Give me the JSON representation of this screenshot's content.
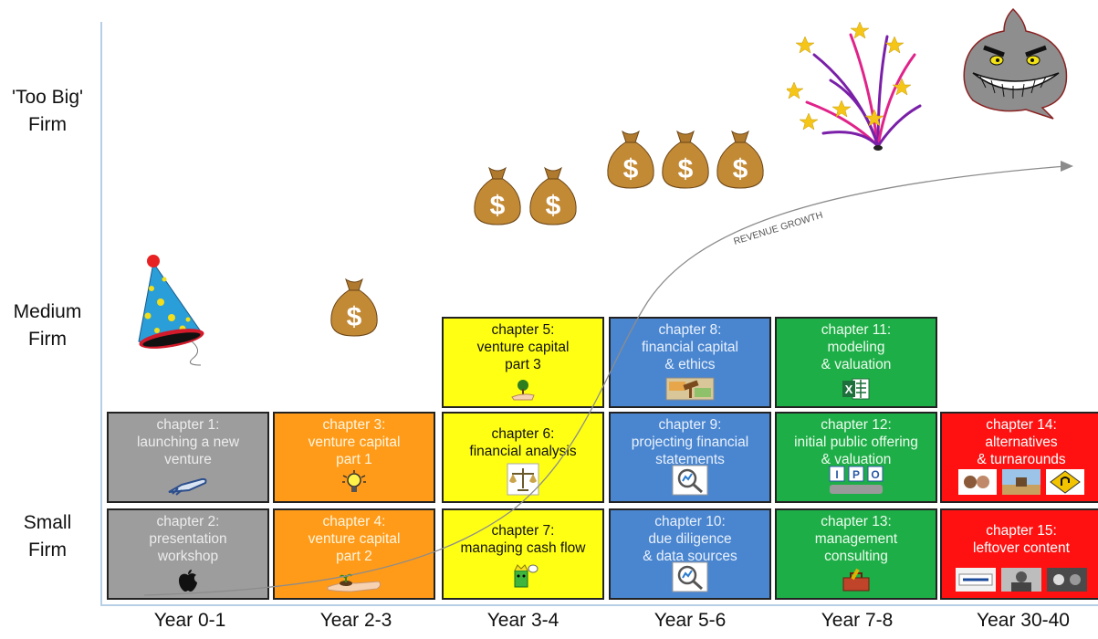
{
  "y_labels": {
    "big": [
      "'Too Big'",
      "Firm"
    ],
    "medium": [
      "Medium",
      "Firm"
    ],
    "small": [
      "Small",
      "Firm"
    ]
  },
  "x_labels": [
    "Year 0-1",
    "Year 2-3",
    "Year 3-4",
    "Year 5-6",
    "Year 7-8",
    "Year 30-40"
  ],
  "curve_label": "REVENUE GROWTH",
  "chapters": {
    "ch1": [
      "chapter 1:",
      "launching a new",
      "venture"
    ],
    "ch2": [
      "chapter 2:",
      "presentation",
      "workshop"
    ],
    "ch3": [
      "chapter 3:",
      "venture capital",
      "part 1"
    ],
    "ch4": [
      "chapter 4:",
      "venture capital",
      "part 2"
    ],
    "ch5": [
      "chapter 5:",
      "venture capital",
      "part 3"
    ],
    "ch6": [
      "chapter 6:",
      "financial analysis"
    ],
    "ch7": [
      "chapter 7:",
      "managing cash flow"
    ],
    "ch8": [
      "chapter 8:",
      "financial capital",
      "& ethics"
    ],
    "ch9": [
      "chapter 9:",
      "projecting financial",
      "statements"
    ],
    "ch10": [
      "chapter 10:",
      "due diligence",
      "& data sources"
    ],
    "ch11": [
      "chapter 11:",
      "modeling",
      "& valuation"
    ],
    "ch12": [
      "chapter 12:",
      "initial public offering",
      "& valuation"
    ],
    "ch13": [
      "chapter 13:",
      "management",
      "consulting"
    ],
    "ch14": [
      "chapter 14:",
      "alternatives",
      "& turnarounds"
    ],
    "ch15": [
      "chapter 15:",
      "leftover content"
    ]
  },
  "icon_text": {
    "excel": "X",
    "ipo": [
      "I",
      "P",
      "O"
    ]
  },
  "colors": {
    "gray": "#9d9d9d",
    "orange": "#ff9b18",
    "yellow": "#ffff14",
    "blue": "#4a86d0",
    "green": "#1eae47",
    "red": "#ff1111",
    "axis": "#b7cfe6"
  }
}
